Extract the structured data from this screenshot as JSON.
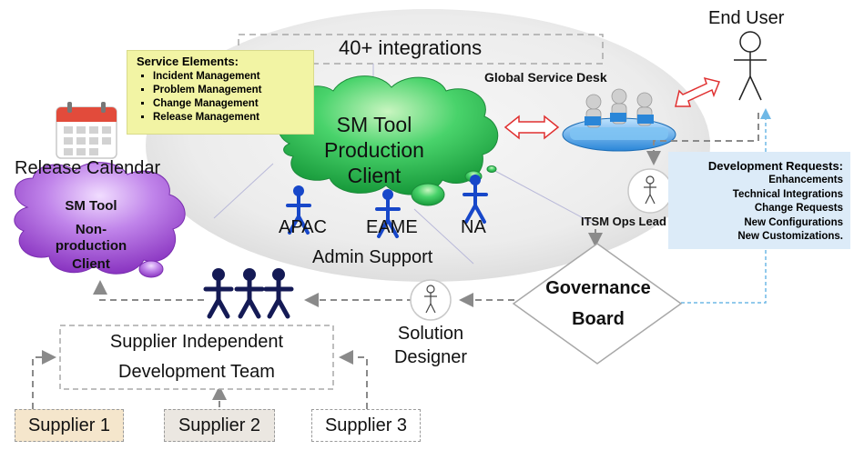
{
  "integrations": "40+ integrations",
  "service_elements": {
    "title": "Service Elements:",
    "items": [
      "Incident Management",
      "Problem Management",
      "Change Management",
      "Release Management"
    ]
  },
  "global_service_desk": "Global Service Desk",
  "end_user": "End User",
  "release_calendar": "Release Calendar",
  "production_cloud": {
    "line1": "SM Tool",
    "line2": "Production",
    "line3": "Client"
  },
  "nonprod_cloud": {
    "line1": "SM Tool",
    "line2": "Non-",
    "line3": "production",
    "line4": "Client"
  },
  "regions": [
    "APAC",
    "EAME",
    "NA"
  ],
  "admin_support": "Admin Support",
  "itsm_ops_lead": "ITSM Ops Lead",
  "development_requests": {
    "title": "Development Requests:",
    "items": [
      "Enhancements",
      "Technical Integrations",
      "Change Requests",
      "New Configurations",
      "New Customizations."
    ]
  },
  "governance_board": {
    "line1": "Governance",
    "line2": "Board"
  },
  "solution_designer": {
    "line1": "Solution",
    "line2": "Designer"
  },
  "dev_team": {
    "line1": "Supplier Independent",
    "line2": "Development Team"
  },
  "suppliers": [
    "Supplier 1",
    "Supplier 2",
    "Supplier 3"
  ],
  "colors": {
    "cloud_green": "#2fbf56",
    "cloud_purple": "#a85ad6",
    "person_blue": "#1747c9",
    "person_navy": "#141a55",
    "arrow_red": "#e03030",
    "dashed_gray": "#9a9a9a",
    "service_box": "#f2f4a4",
    "dev_box": "#dcebf8",
    "supplier_tan": "#f5e6cc",
    "supplier_gray": "#ebe7e1"
  }
}
